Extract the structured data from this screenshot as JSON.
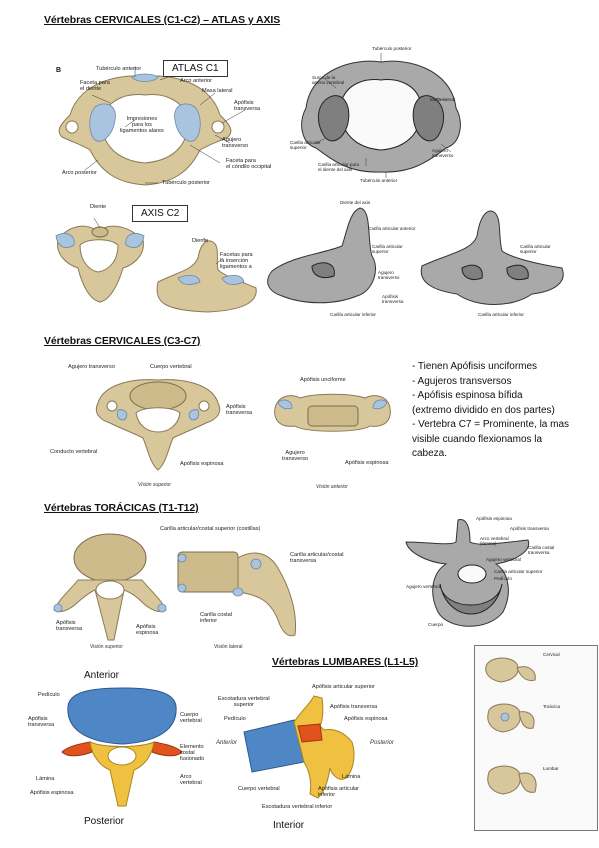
{
  "sections": {
    "atlas_axis": {
      "title": "Vértebras CERVICALES (C1-C2) – ATLAS y AXIS",
      "atlas_box": "ATLAS C1",
      "axis_box": "AXIS C2",
      "atlas_diagram_letter": "B",
      "atlas_labels": {
        "tuberculo_anterior": "Tubérculo anterior",
        "arco_anterior": "Arco anterior",
        "faceta_diente": "Faceta para\nel diente",
        "masa_lateral": "Masa lateral",
        "apofisis_transversa": "Apófisis\ntransversa",
        "impresiones": "Impresiones\npara los\nligamentos alares",
        "agujero_transverso": "Agujero\ntransverso",
        "faceta_condilo": "Faceta para\nel cóndilo occipital",
        "arco_posterior": "Arco posterior",
        "tuberculo_posterior": "Tubérculo posterior"
      },
      "atlas_photo_labels": {
        "tuberculo_posterior": "Tubérculo posterior",
        "surco_arteria": "Surco de la\narteria vertebral",
        "masa_lateral": "Masa lateral",
        "carilla_superior": "Carilla articular\nsuperior",
        "agujero_transverso": "Agujero\ntransverso",
        "carilla_diente": "Carilla articular para\nel diente del axis",
        "tuberculo_anterior": "Tubérculo anterior"
      },
      "axis_labels": {
        "diente_1": "Diente",
        "diente_2": "Diente",
        "facetas": "Facetas para\nla inserción\nligamentos a"
      },
      "axis_photo_labels": {
        "diente": "Diente del axis",
        "carilla_anterior": "Carilla articular anterior",
        "carilla_superior": "Carilla articular\nsuperior",
        "carilla_superior_2": "Carilla articular\nsuperior",
        "agujero_transverso": "Agujero\ntransverso",
        "apofisis_transversa": "Apófisis\ntransversa",
        "carilla_inferior": "Carilla articular inferior",
        "carilla_inferior_2": "Carilla articular inferior"
      }
    },
    "cervical": {
      "title": "Vértebras CERVICALES (C3-C7)",
      "labels": {
        "agujero_transverso": "Agujero transverso",
        "cuerpo_vertebral": "Cuerpo vertebral",
        "apofisis_transversa": "Apófisis\ntransversa",
        "conducto_vertebral": "Conducto vertebral",
        "apofisis_espinosa": "Apófisis espinosa",
        "vision_superior": "Visión superior",
        "apofisis_unciforme": "Apófisis unciforme",
        "agujero_transverso_2": "Agujero\ntransverso",
        "apofisis_espinosa_2": "Apófisis espinosa",
        "vision_anterior": "Visión anterior"
      },
      "notes": [
        "- Tienen Apófisis unciformes",
        "- Agujeros transversos",
        "- Apófisis espinosa bífida",
        "(extremo dividido en dos partes)",
        "- Vertebra C7 = Prominente, la mas",
        "visible cuando flexionamos la",
        "cabeza."
      ]
    },
    "toracic": {
      "title": "Vértebras TORÁCICAS (T1-T12)",
      "labels": {
        "carilla_superior": "Carilla articular/costal superior (costillas)",
        "carilla_transversa": "Carilla articular/costal\ntransversa",
        "carilla_inferior": "Carilla costal\ninferior",
        "apofisis_transversa": "Apófisis\ntransversa",
        "apofisis_espinosa": "Apófisis\nespinosa",
        "vision_superior": "Visión superior",
        "vision_lateral": "Visión lateral"
      },
      "photo_labels": {
        "apofisis_espinosa": "Apófisis espinosa",
        "apofisis_transversa": "Apófisis transversa",
        "arco_vertebral": "Arco vertebral\n(lámina)",
        "carilla_costal": "Carilla costal\ntransversa",
        "agujero_vertebral": "Agujero vertebral",
        "carilla_superior": "Carilla articular superior",
        "pediculo": "Pedículo",
        "cuerpo": "Cuerpo"
      }
    },
    "lumbar": {
      "title": "Vértebras LUMBARES (L1-L5)",
      "anterior": "Anterior",
      "posterior": "Posterior",
      "interior": "Interior",
      "left_labels": {
        "pediculo": "Pedículo",
        "apofisis_transversa": "Apófisis\ntransversa",
        "lamina": "Lámina",
        "apofisis_espinosa": "Apófisis espinosa",
        "cuerpo_vertebral": "Cuerpo\nvertebral",
        "elemento_costal": "Elemento\ncostal\nfusionado",
        "arco_vertebral": "Arco\nvertebral"
      },
      "right_labels": {
        "apofisis_articular_superior": "Apófisis articular superior",
        "escotadura_superior": "Escotadura vertebral\nsuperior",
        "apofisis_transversa": "Apófisis transversa",
        "pediculo": "Pedículo",
        "apofisis_espinosa": "Apófisis espinosa",
        "anterior": "Anterior",
        "posterior": "Posterior",
        "lamina": "Lámina",
        "cuerpo_vertebral": "Cuerpo vertebral",
        "apofisis_articular_inferior": "Apófisis articular\ninferior",
        "escotadura_inferior": "Escotadura vertebral inferior"
      },
      "panel_labels": {
        "cervical": "Cervical",
        "toracica": "Torácica",
        "lumbar": "Lumbar"
      }
    }
  },
  "colors": {
    "bone": "#d8c79a",
    "cartilage": "#a9c4de",
    "lumbar_body": "#4f86c6",
    "lumbar_arch": "#f0c040",
    "costal": "#e0531c"
  }
}
